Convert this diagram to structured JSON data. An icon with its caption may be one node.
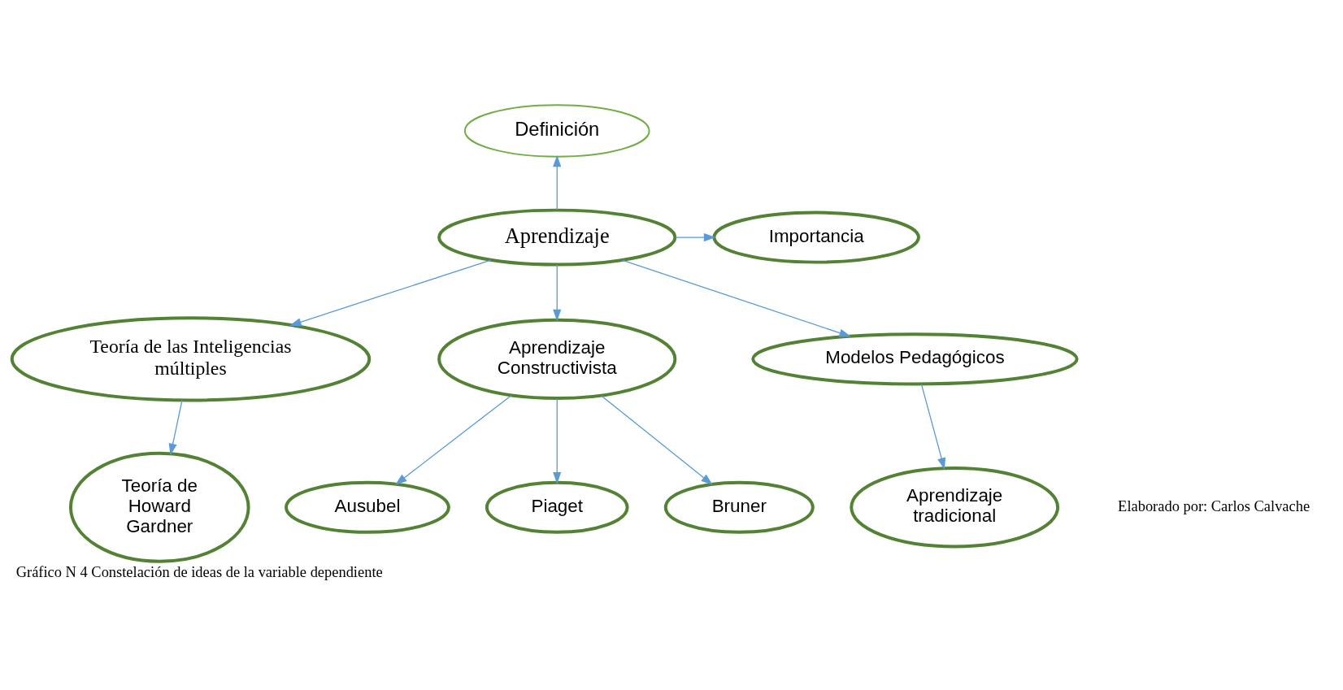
{
  "diagram": {
    "caption": "Gráfico N 4 Constelación de ideas de la variable dependiente",
    "nodes": [
      {
        "text": [
          "Definición"
        ]
      },
      {
        "text": [
          "Aprendizaje"
        ]
      },
      {
        "text": [
          "Importancia"
        ]
      },
      {
        "text": [
          "Teoría de las Inteligencias múltiples"
        ]
      },
      {
        "text": [
          "Aprendizaje Constructivista"
        ]
      },
      {
        "text": [
          "Modelos Pedagógicos"
        ]
      },
      {
        "text": [
          "Teoría de Howard Gardner"
        ]
      },
      {
        "text": [
          "Ausubel"
        ]
      },
      {
        "text": [
          "Piaget"
        ]
      },
      {
        "text": [
          "Bruner"
        ]
      },
      {
        "text": [
          "Aprendizaje tradicional"
        ]
      }
    ],
    "edges": [
      {
        "from": 1,
        "to": 0,
        "arrow": "to"
      },
      {
        "from": 1,
        "to": 2,
        "arrow": "to"
      },
      {
        "from": 1,
        "to": 3,
        "arrow": "to"
      },
      {
        "from": 1,
        "to": 4,
        "arrow": "to"
      },
      {
        "from": 1,
        "to": 5,
        "arrow": "to"
      },
      {
        "from": 3,
        "to": 6,
        "arrow": "to"
      },
      {
        "from": 4,
        "to": 7,
        "arrow": "to"
      },
      {
        "from": 4,
        "to": 8,
        "arrow": "to"
      },
      {
        "from": 4,
        "to": 9,
        "arrow": "to"
      },
      {
        "from": 5,
        "to": 10,
        "arrow": "to"
      }
    ],
    "labels": [
      "Elaborado por: Carlos Calvache"
    ]
  }
}
